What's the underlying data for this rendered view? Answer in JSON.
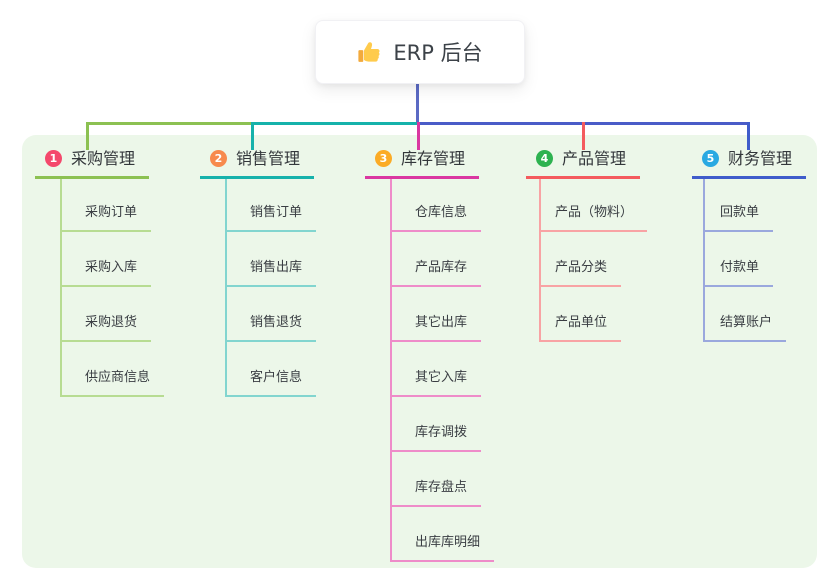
{
  "root": {
    "label": "ERP 后台",
    "icon": "thumbs-up-icon",
    "stem_color": "#5b6ac4"
  },
  "canvas": {
    "panel_color": "#ecf7e9",
    "background_color": "#ffffff"
  },
  "connectors": {
    "bus_left_color": "#8cc152",
    "bus_mid_color": "#16b2ab",
    "bus_right_color": "#4a5cc8"
  },
  "branches": [
    {
      "num": "1",
      "label": "采购管理",
      "badge_color": "#f4486c",
      "line_color": "#8cc152",
      "child_line_color": "#b7dc92",
      "children": [
        "采购订单",
        "采购入库",
        "采购退货",
        "供应商信息"
      ]
    },
    {
      "num": "2",
      "label": "销售管理",
      "badge_color": "#f78a4d",
      "line_color": "#16b2ab",
      "child_line_color": "#82d5cf",
      "children": [
        "销售订单",
        "销售出库",
        "销售退货",
        "客户信息"
      ]
    },
    {
      "num": "3",
      "label": "库存管理",
      "badge_color": "#fbab25",
      "line_color": "#da37a1",
      "child_line_color": "#ee8cc9",
      "children": [
        "仓库信息",
        "产品库存",
        "其它出库",
        "其它入库",
        "库存调拨",
        "库存盘点",
        "出库库明细"
      ]
    },
    {
      "num": "4",
      "label": "产品管理",
      "badge_color": "#2db250",
      "line_color": "#f45b5e",
      "child_line_color": "#f8a3a4",
      "children": [
        "产品（物料）",
        "产品分类",
        "产品单位"
      ]
    },
    {
      "num": "5",
      "label": "财务管理",
      "badge_color": "#29a9e2",
      "line_color": "#3f5ccb",
      "child_line_color": "#9aa8dd",
      "children": [
        "回款单",
        "付款单",
        "结算账户"
      ]
    }
  ]
}
